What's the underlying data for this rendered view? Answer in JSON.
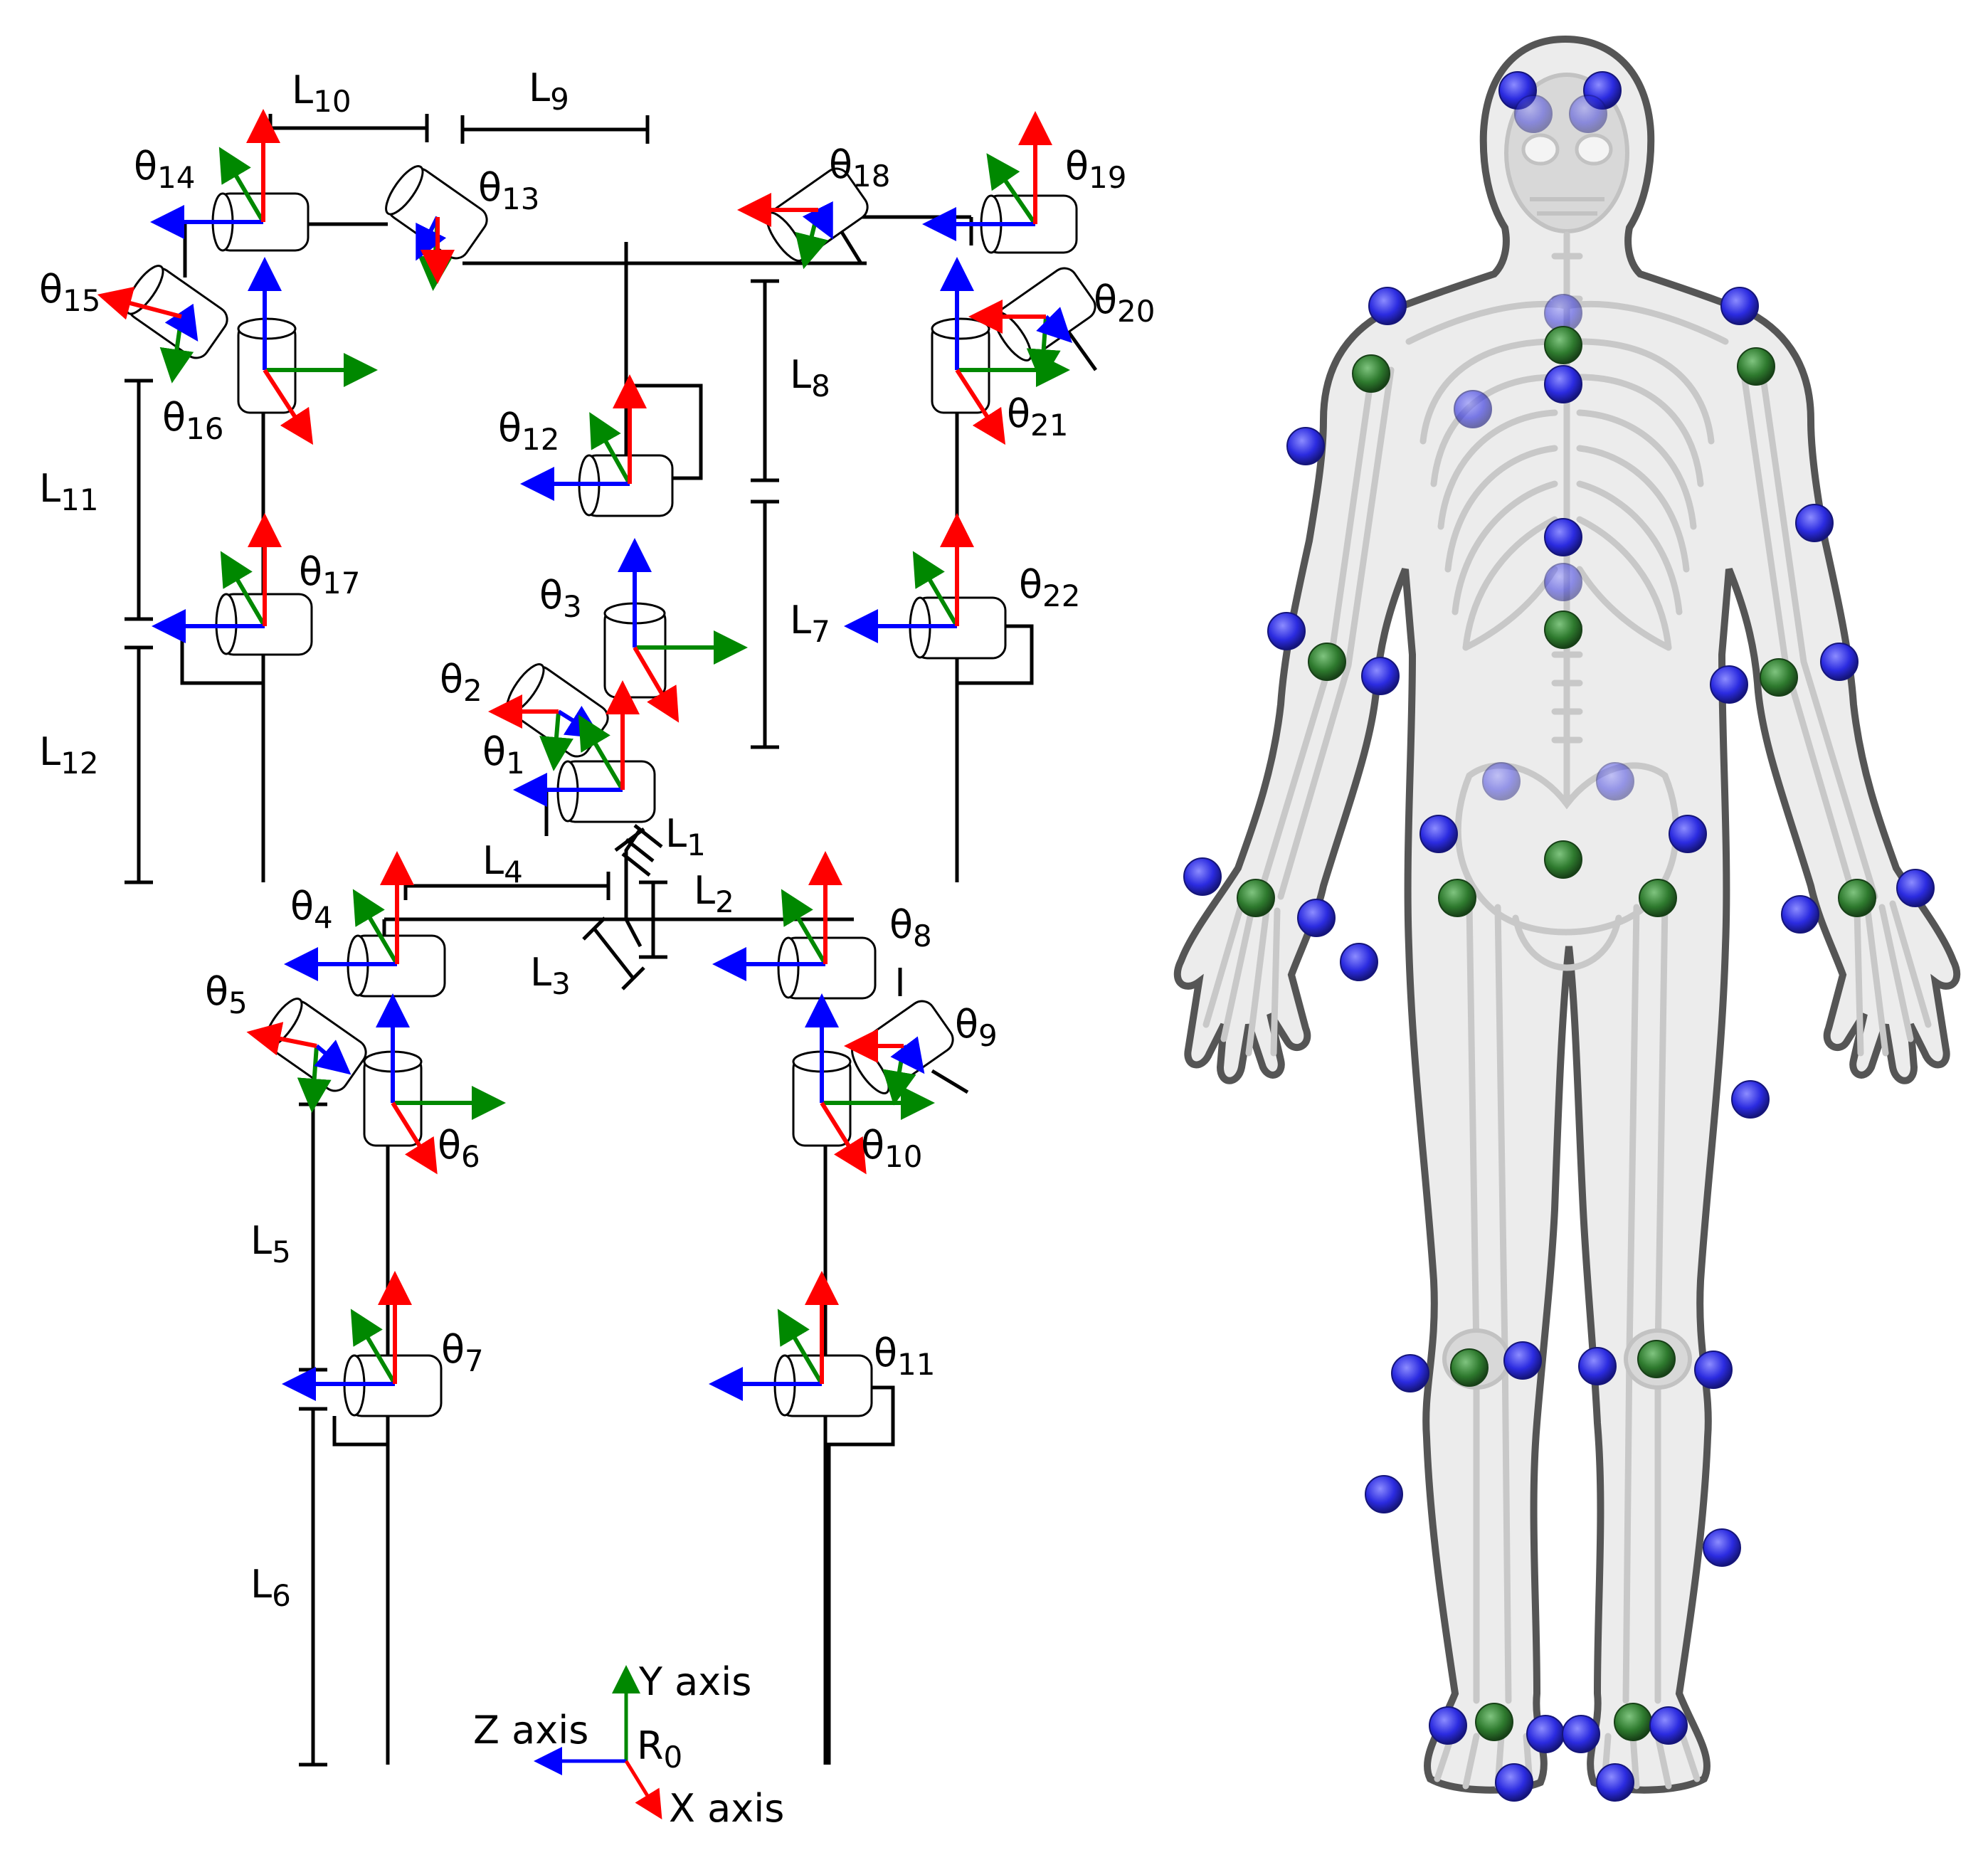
{
  "colors": {
    "x_axis": "#ff0000",
    "y_axis": "#008800",
    "z_axis": "#0000ff",
    "joint_marker_blue": "#2b2be0",
    "joint_marker_green": "#2e7a2e",
    "body_outline": "#555555",
    "bone": "#c8c8c8"
  },
  "joints": {
    "t1": {
      "sym": "θ",
      "sub": "1"
    },
    "t2": {
      "sym": "θ",
      "sub": "2"
    },
    "t3": {
      "sym": "θ",
      "sub": "3"
    },
    "t4": {
      "sym": "θ",
      "sub": "4"
    },
    "t5": {
      "sym": "θ",
      "sub": "5"
    },
    "t6": {
      "sym": "θ",
      "sub": "6"
    },
    "t7": {
      "sym": "θ",
      "sub": "7"
    },
    "t8": {
      "sym": "θ",
      "sub": "8"
    },
    "t9": {
      "sym": "θ",
      "sub": "9"
    },
    "t10": {
      "sym": "θ",
      "sub": "10"
    },
    "t11": {
      "sym": "θ",
      "sub": "11"
    },
    "t12": {
      "sym": "θ",
      "sub": "12"
    },
    "t13": {
      "sym": "θ",
      "sub": "13"
    },
    "t14": {
      "sym": "θ",
      "sub": "14"
    },
    "t15": {
      "sym": "θ",
      "sub": "15"
    },
    "t16": {
      "sym": "θ",
      "sub": "16"
    },
    "t17": {
      "sym": "θ",
      "sub": "17"
    },
    "t18": {
      "sym": "θ",
      "sub": "18"
    },
    "t19": {
      "sym": "θ",
      "sub": "19"
    },
    "t20": {
      "sym": "θ",
      "sub": "20"
    },
    "t21": {
      "sym": "θ",
      "sub": "21"
    },
    "t22": {
      "sym": "θ",
      "sub": "22"
    }
  },
  "links": {
    "l1": {
      "sym": "L",
      "sub": "1"
    },
    "l2": {
      "sym": "L",
      "sub": "2"
    },
    "l3": {
      "sym": "L",
      "sub": "3"
    },
    "l4": {
      "sym": "L",
      "sub": "4"
    },
    "l5": {
      "sym": "L",
      "sub": "5"
    },
    "l6": {
      "sym": "L",
      "sub": "6"
    },
    "l7": {
      "sym": "L",
      "sub": "7"
    },
    "l8": {
      "sym": "L",
      "sub": "8"
    },
    "l9": {
      "sym": "L",
      "sub": "9"
    },
    "l10": {
      "sym": "L",
      "sub": "10"
    },
    "l11": {
      "sym": "L",
      "sub": "11"
    },
    "l12": {
      "sym": "L",
      "sub": "12"
    }
  },
  "legend": {
    "y": "Y axis",
    "z": "Z axis",
    "x": "X axis",
    "origin_sym": "R",
    "origin_sub": "0"
  }
}
